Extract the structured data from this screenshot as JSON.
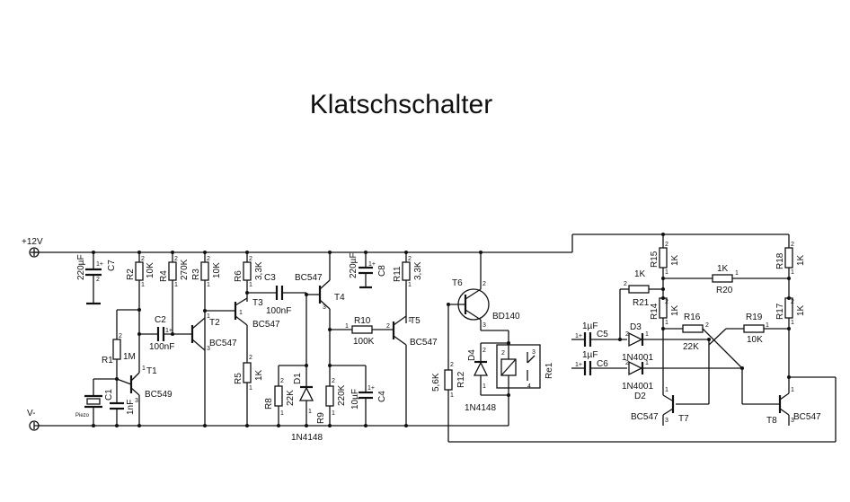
{
  "title": "Klatschschalter",
  "rails": {
    "plus": "+12V",
    "minus": "V-"
  },
  "components": {
    "C7": {
      "ref": "C7",
      "value": "220µF"
    },
    "R2": {
      "ref": "R2",
      "value": "10K"
    },
    "R4": {
      "ref": "R4",
      "value": "270K"
    },
    "R3": {
      "ref": "R3",
      "value": "10K"
    },
    "R6": {
      "ref": "R6",
      "value": "3,3K"
    },
    "C3": {
      "ref": "C3",
      "value": "100nF"
    },
    "T4": {
      "ref": "T4",
      "value": "BC547"
    },
    "C8": {
      "ref": "C8",
      "value": "220µF"
    },
    "R11": {
      "ref": "R11",
      "value": "3,3K"
    },
    "T6": {
      "ref": "T6",
      "value": "BD140"
    },
    "R1": {
      "ref": "R1",
      "value": "1M"
    },
    "T1": {
      "ref": "T1",
      "value": "BC549"
    },
    "C1": {
      "ref": "C1",
      "value": "1nF"
    },
    "piezo": {
      "label": "Piezo"
    },
    "C2": {
      "ref": "C2",
      "value": "100nF"
    },
    "T2": {
      "ref": "T2",
      "value": "BC547"
    },
    "T3": {
      "ref": "T3",
      "value": "BC547"
    },
    "R5": {
      "ref": "R5",
      "value": "1K"
    },
    "R8": {
      "ref": "R8",
      "value": "22K"
    },
    "D1": {
      "ref": "D1",
      "value": "1N4148"
    },
    "R9": {
      "ref": "R9",
      "value": "220K"
    },
    "C4": {
      "ref": "C4",
      "value": "10µF"
    },
    "R10": {
      "ref": "R10",
      "value": "100K"
    },
    "T5": {
      "ref": "T5",
      "value": "BC547"
    },
    "R12": {
      "ref": "R12",
      "value": "5,6K"
    },
    "D4": {
      "ref": "D4",
      "value": "1N4148"
    },
    "Re1": {
      "ref": "Re1"
    },
    "C5": {
      "ref": "C5",
      "value": "1µF"
    },
    "C6": {
      "ref": "C6",
      "value": "1µF"
    },
    "D3": {
      "ref": "D3",
      "value": "1N4001"
    },
    "D2": {
      "ref": "D2",
      "value": "1N4001"
    },
    "R15": {
      "ref": "R15",
      "value": "1K"
    },
    "R21": {
      "ref": "R21",
      "value": "1K"
    },
    "R14": {
      "ref": "R14",
      "value": "1K"
    },
    "R16": {
      "ref": "R16",
      "value": "22K"
    },
    "R20": {
      "ref": "R20",
      "value": "1K"
    },
    "R18": {
      "ref": "R18",
      "value": "1K"
    },
    "R19": {
      "ref": "R19",
      "value": "10K"
    },
    "R17": {
      "ref": "R17",
      "value": "1K"
    },
    "T7": {
      "ref": "T7",
      "value": "BC547"
    },
    "T8": {
      "ref": "T8",
      "value": "BC547"
    }
  },
  "pins": {
    "one": "1",
    "two": "2",
    "three": "3",
    "plus": "1+",
    "four": "4"
  },
  "colors": {
    "ink": "#111111",
    "background": "#ffffff"
  }
}
